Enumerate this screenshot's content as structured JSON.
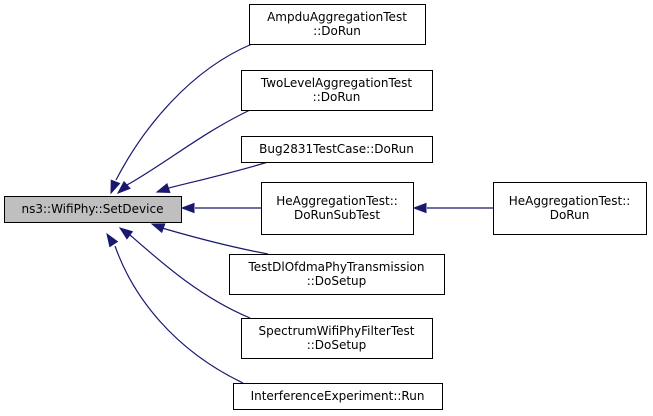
{
  "colors": {
    "edge": "#191970",
    "focus_fill": "#bfbfbf",
    "node_fill": "#ffffff",
    "border": "#000000"
  },
  "nodes": [
    {
      "id": "setdevice",
      "lines": [
        "ns3::WifiPhy::SetDevice"
      ],
      "focus": true
    },
    {
      "id": "ampdu",
      "lines": [
        "AmpduAggregationTest",
        "::DoRun"
      ]
    },
    {
      "id": "twolevel",
      "lines": [
        "TwoLevelAggregationTest",
        "::DoRun"
      ]
    },
    {
      "id": "bug2831",
      "lines": [
        "Bug2831TestCase::DoRun"
      ]
    },
    {
      "id": "he-subtest",
      "lines": [
        "HeAggregationTest::",
        "DoRunSubTest"
      ]
    },
    {
      "id": "he-dorun",
      "lines": [
        "HeAggregationTest::",
        "DoRun"
      ]
    },
    {
      "id": "dlofdma",
      "lines": [
        "TestDlOfdmaPhyTransmission",
        "::DoSetup"
      ]
    },
    {
      "id": "spectrum",
      "lines": [
        "SpectrumWifiPhyFilterTest",
        "::DoSetup"
      ]
    },
    {
      "id": "interference",
      "lines": [
        "InterferenceExperiment::Run"
      ]
    }
  ],
  "edges": [
    {
      "from": "ampdu",
      "to": "setdevice"
    },
    {
      "from": "twolevel",
      "to": "setdevice"
    },
    {
      "from": "bug2831",
      "to": "setdevice"
    },
    {
      "from": "he-subtest",
      "to": "setdevice"
    },
    {
      "from": "he-dorun",
      "to": "he-subtest"
    },
    {
      "from": "dlofdma",
      "to": "setdevice"
    },
    {
      "from": "spectrum",
      "to": "setdevice"
    },
    {
      "from": "interference",
      "to": "setdevice"
    }
  ]
}
